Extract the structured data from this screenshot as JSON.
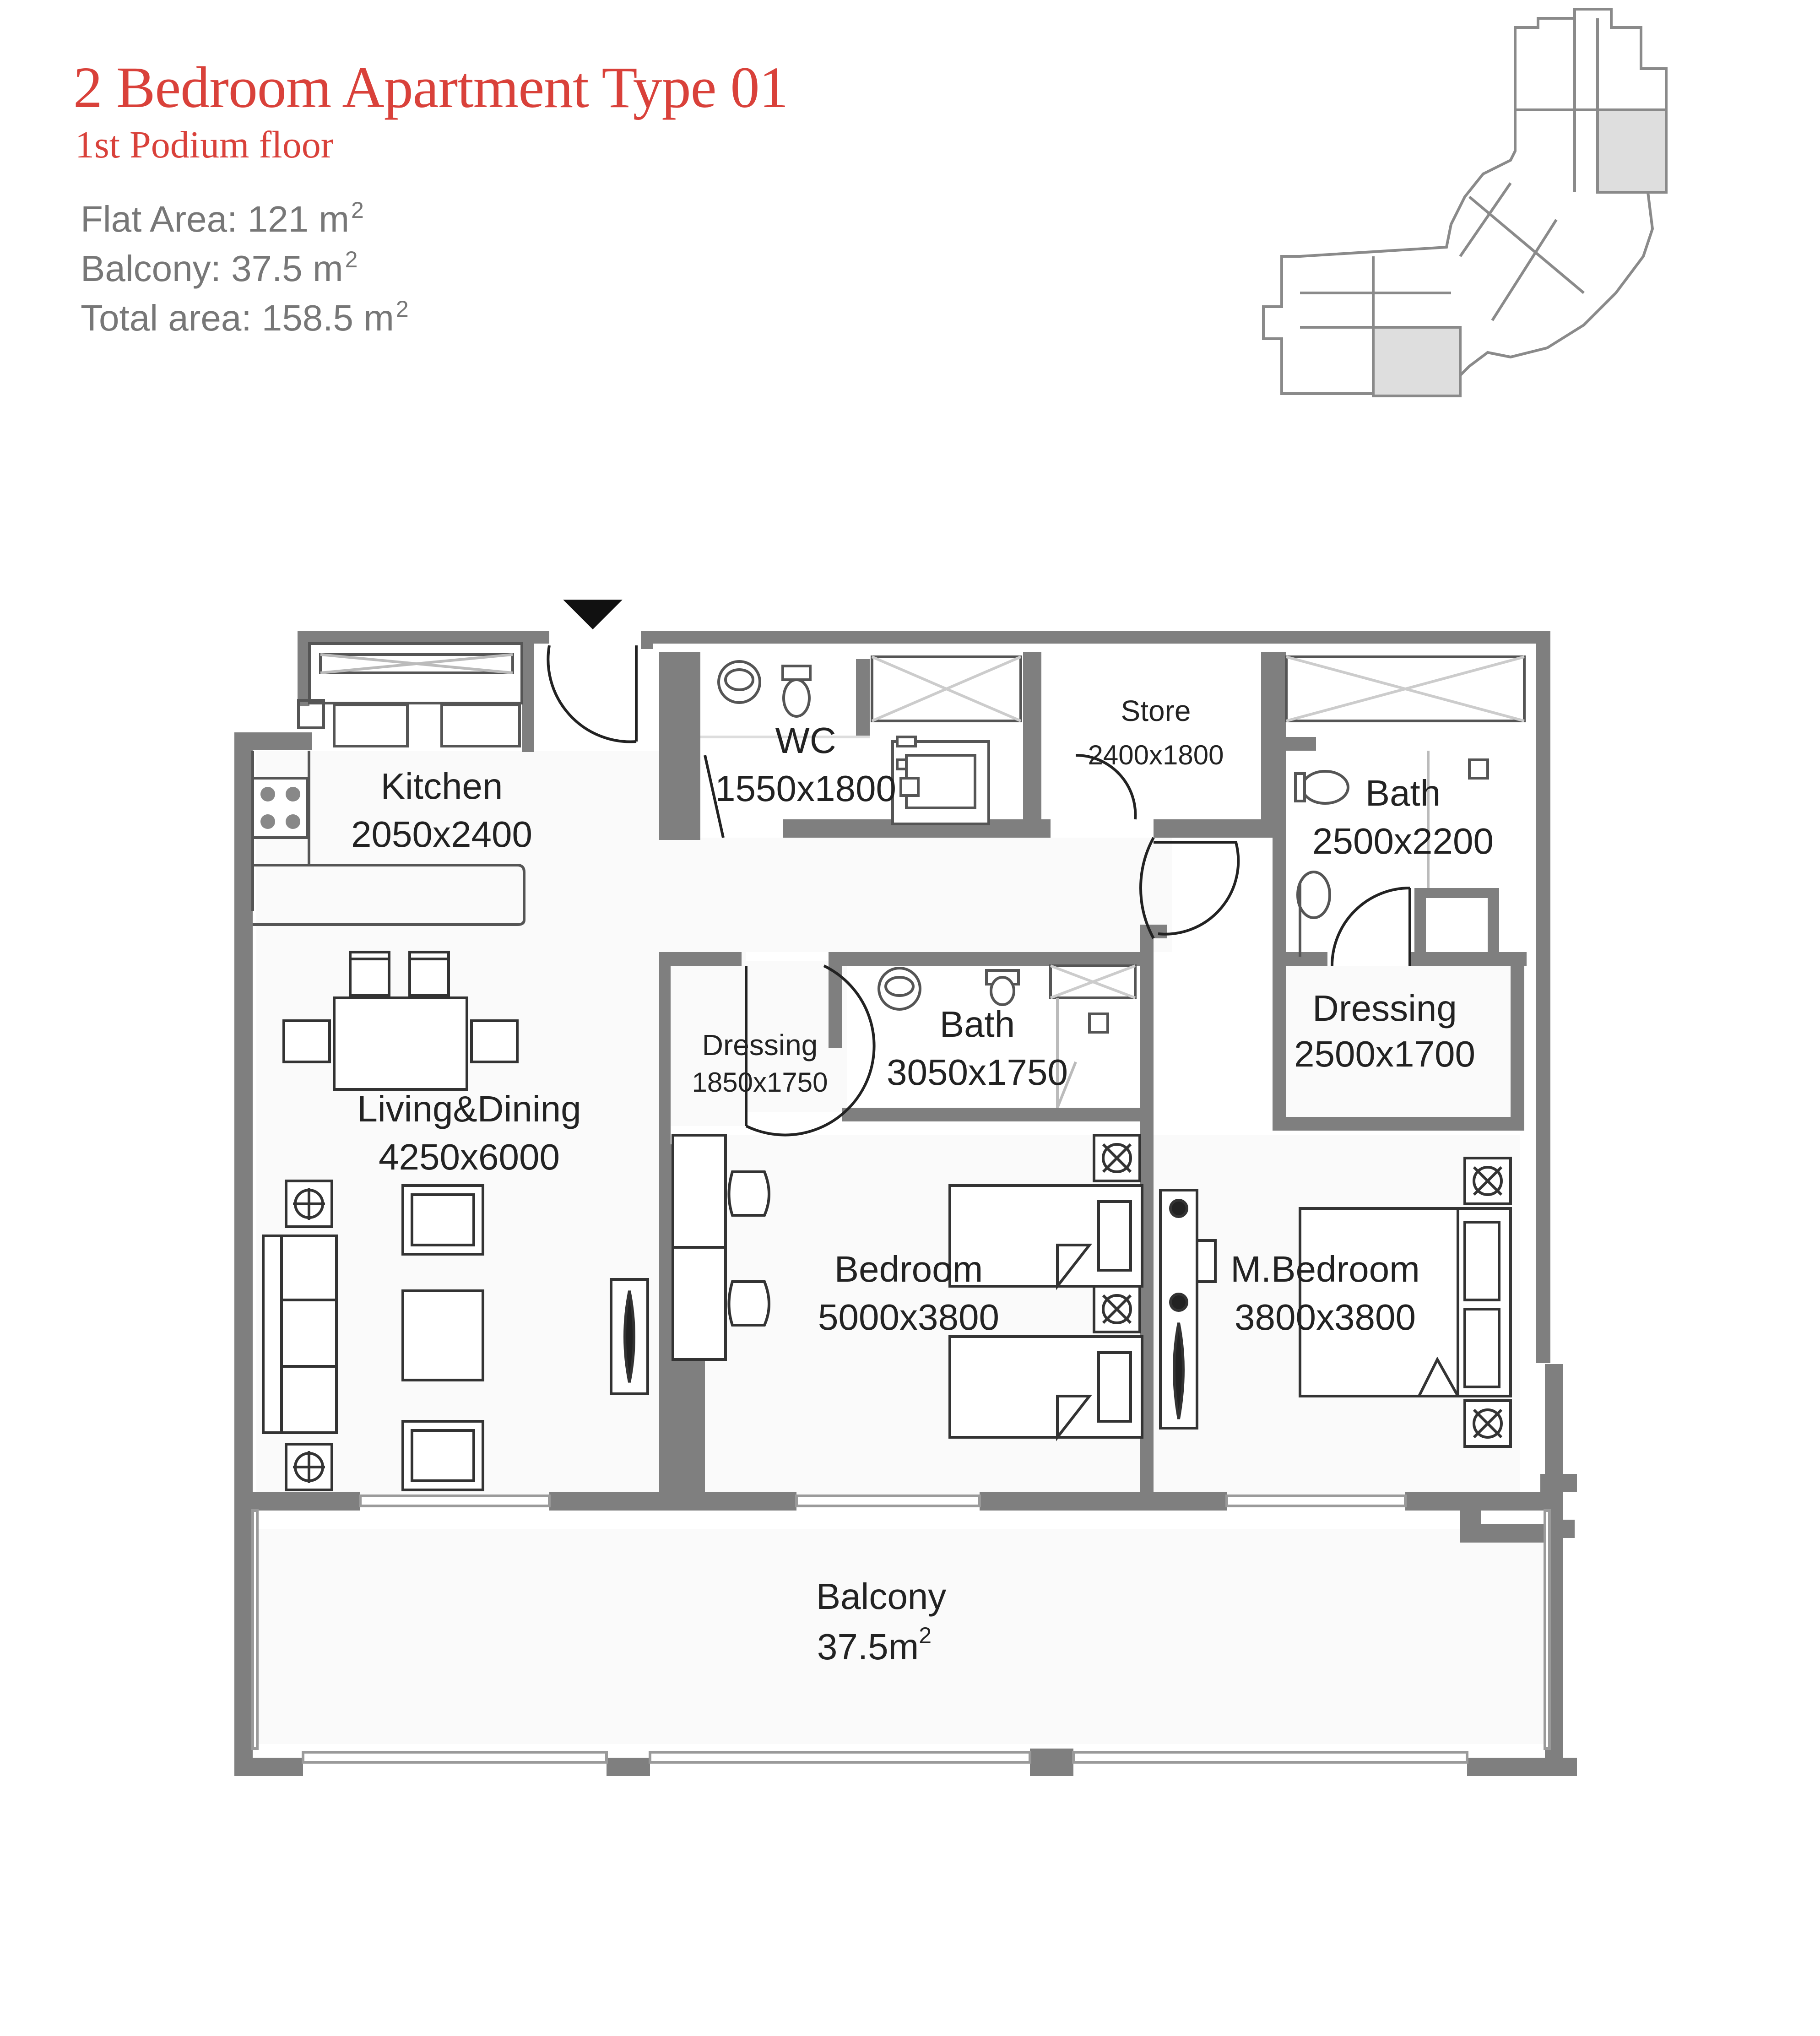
{
  "header": {
    "title": "2 Bedroom Apartment  Type 01",
    "subtitle": "1st Podium floor",
    "flat_area_label": "Flat Area: 121 m",
    "balcony_label": "Balcony: 37.5 m",
    "total_area_label": "Total area: 158.5 m",
    "superscript": "2"
  },
  "rooms": {
    "kitchen": {
      "name": "Kitchen",
      "dim": "2050x2400"
    },
    "wc": {
      "name": "WC",
      "dim": "1550x1800"
    },
    "store": {
      "name": "Store",
      "dim": "2400x1800"
    },
    "bath_master": {
      "name": "Bath",
      "dim": "2500x2200"
    },
    "dressing_small": {
      "name": "Dressing",
      "dim": "1850x1750"
    },
    "bath_main": {
      "name": "Bath",
      "dim": "3050x1750"
    },
    "dressing_master": {
      "name": "Dressing",
      "dim": "2500x1700"
    },
    "living": {
      "name": "Living&Dining",
      "dim": "4250x6000"
    },
    "bedroom": {
      "name": "Bedroom",
      "dim": "5000x3800"
    },
    "master_bedroom": {
      "name": "M.Bedroom",
      "dim": "3800x3800"
    },
    "balcony": {
      "name": "Balcony",
      "dim": "37.5m"
    }
  },
  "colors": {
    "title": "#d9413a",
    "wall": "#7f7f7f",
    "text": "#222222",
    "muted": "#777777"
  }
}
